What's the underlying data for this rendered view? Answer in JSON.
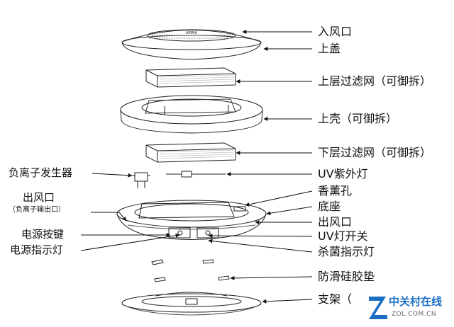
{
  "device": {
    "top_cover_mark": "AIRMA"
  },
  "labels_right": {
    "air_inlet": "入风口",
    "top_cover": "上盖",
    "upper_filter": "上层过滤网（可御拆）",
    "upper_shell": "上壳（可御拆）",
    "lower_filter": "下层过滤网（可御拆）",
    "uv_lamp": "UV紫外灯",
    "aroma_hole": "香薰孔",
    "base": "底座",
    "air_outlet": "出风口",
    "uv_switch": "UV灯开关",
    "sterilize_indicator": "杀菌指示灯",
    "antislip_pad": "防滑硅胶垫",
    "stand": "支架（"
  },
  "labels_left": {
    "ion_generator": "负离子发生器",
    "air_outlet": "出风口",
    "air_outlet_note": "（负离子输出口）",
    "power_button": "电源按键",
    "power_indicator": "电源指示灯"
  },
  "watermark": {
    "title": "中关村在线",
    "subtitle": "ZOL.COM.CN",
    "color": "#1c6fc4"
  }
}
